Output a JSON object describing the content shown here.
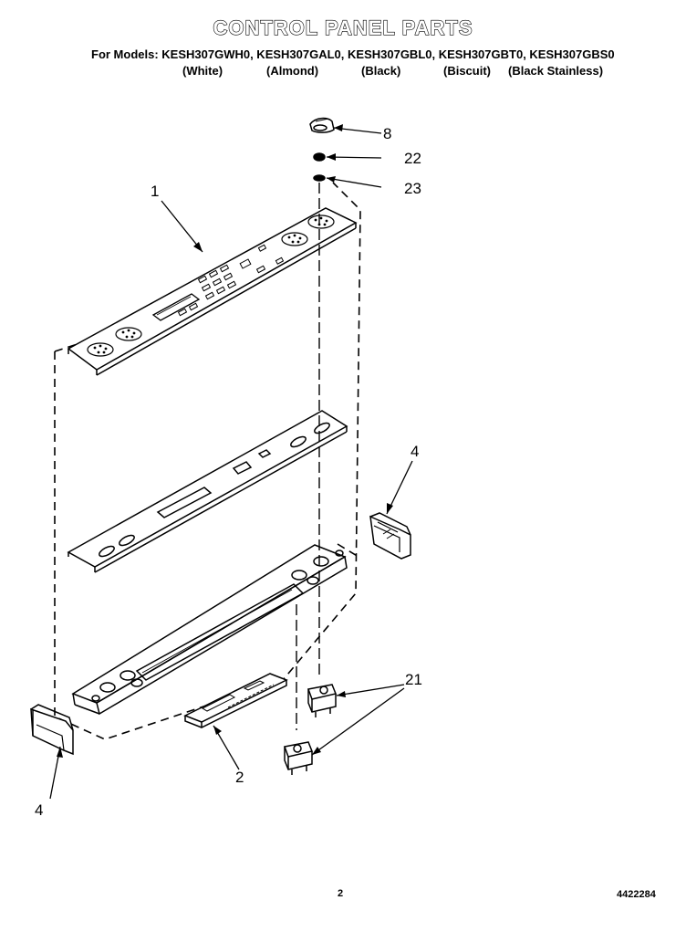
{
  "title": "CONTROL PANEL PARTS",
  "models_line": "For Models: KESH307GWH0, KESH307GAL0, KESH307GBL0, KESH307GBT0, KESH307GBS0",
  "colors": [
    "(White)",
    "(Almond)",
    "(Black)",
    "(Biscuit)",
    "(Black Stainless)"
  ],
  "callouts": {
    "knob": "8",
    "spring_clip": "22",
    "washer": "23",
    "control_panel": "1",
    "end_cap_right": "4",
    "end_cap_left": "4",
    "switch": "21",
    "electronic_control": "2"
  },
  "page_number": "2",
  "part_number": "4422284"
}
